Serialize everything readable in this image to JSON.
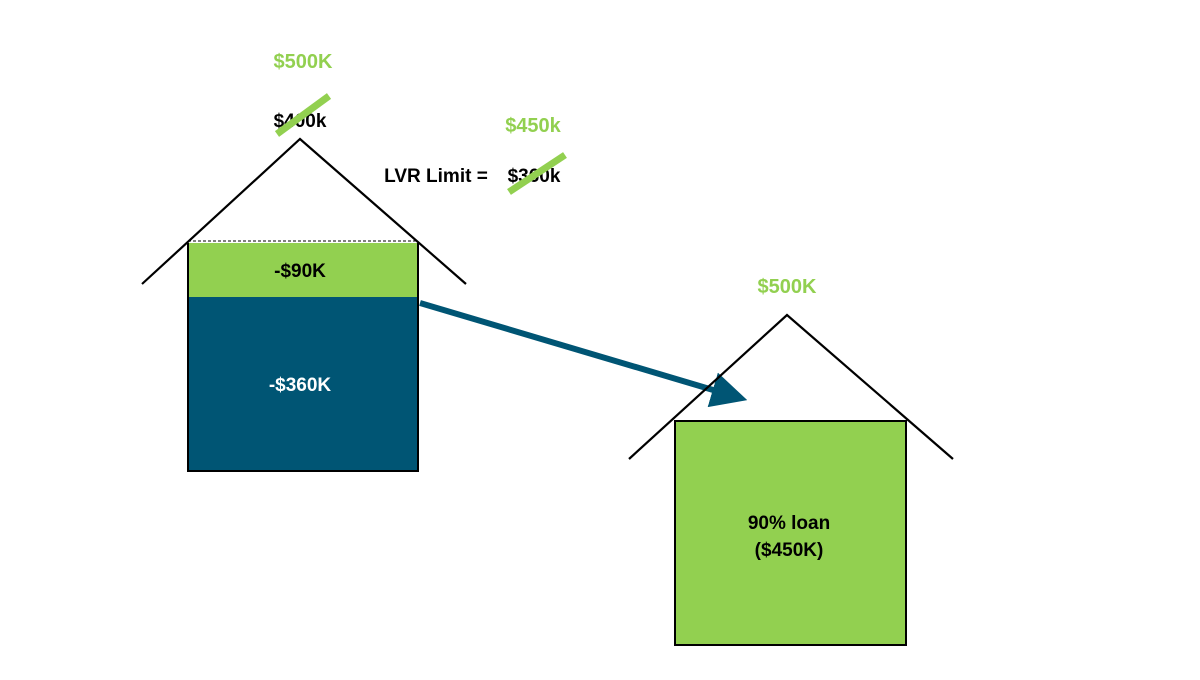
{
  "colors": {
    "green": "#92d050",
    "navy": "#005574",
    "outline": "#000000",
    "text_dark": "#000000",
    "text_light": "#ffffff"
  },
  "house_left": {
    "new_value": "$500K",
    "old_value": "$400k",
    "lvr_label": "LVR Limit =",
    "lvr_old": "$360k",
    "lvr_new": "$450k",
    "green_band_label": "-$90K",
    "navy_block_label": "-$360K"
  },
  "house_right": {
    "value": "$500K",
    "loan_line1": "90% loan",
    "loan_line2": "($450K)"
  }
}
